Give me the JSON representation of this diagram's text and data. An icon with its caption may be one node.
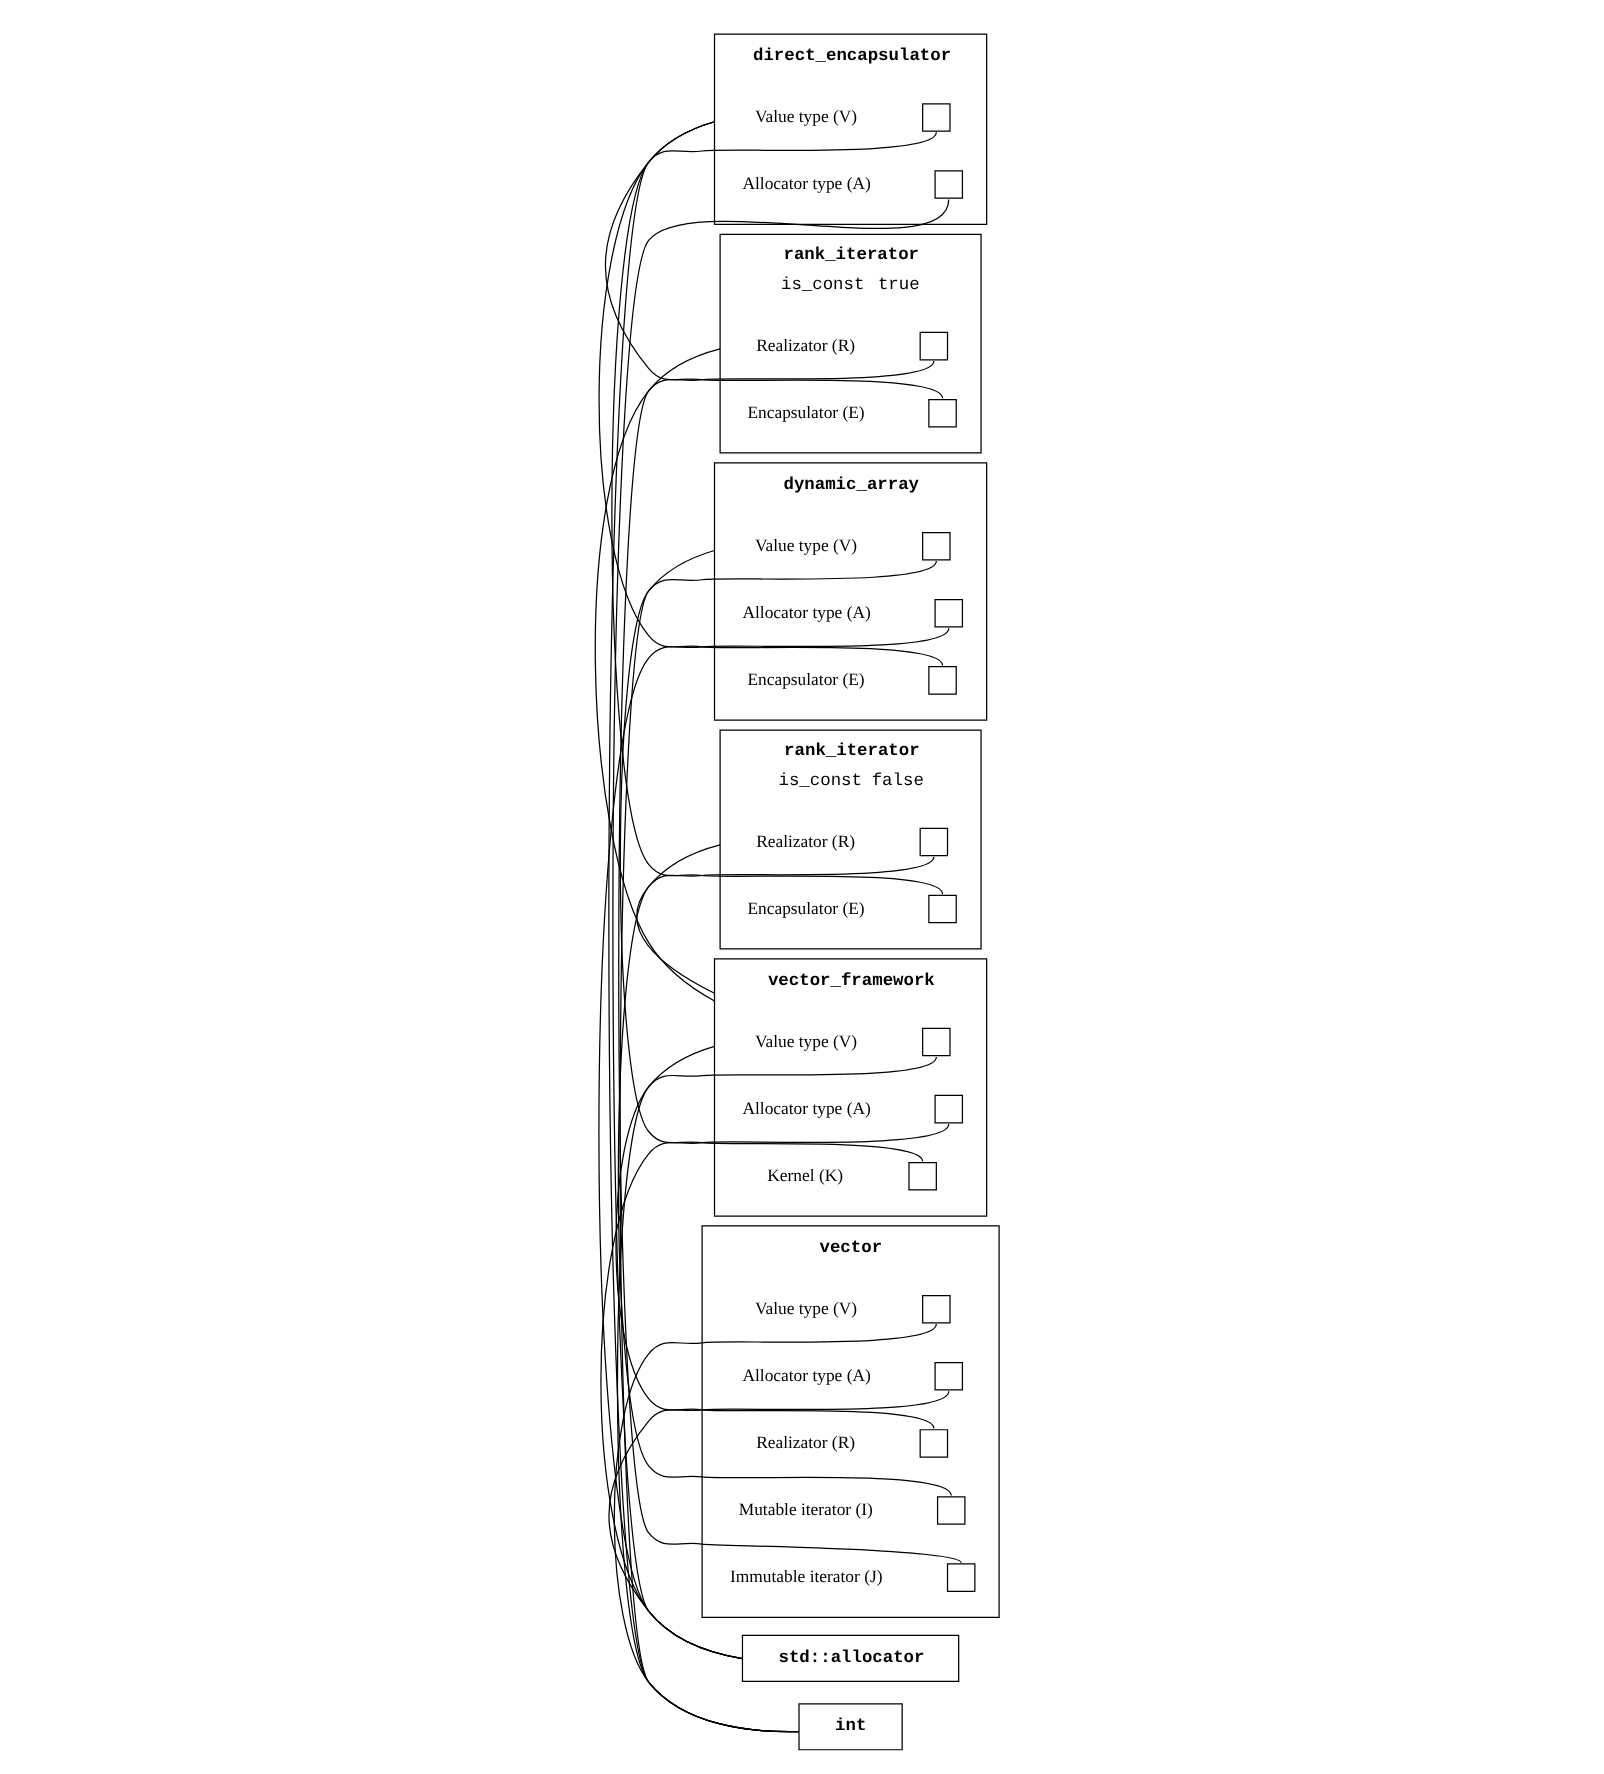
{
  "diagram": {
    "nodes": [
      {
        "text": [
          "int"
        ]
      },
      {
        "text": [
          "std::allocator"
        ]
      },
      {
        "text": [
          "vector"
        ]
      },
      {
        "text": [],
        "shape": "box",
        "in": 2,
        "beside": [
          "Value type (V)"
        ]
      },
      {
        "text": [],
        "shape": "box",
        "in": 2,
        "beside": [
          "Allocator type (A)"
        ]
      },
      {
        "text": [],
        "shape": "box",
        "in": 2,
        "beside": [
          "Realizator (R)"
        ]
      },
      {
        "text": [],
        "shape": "box",
        "in": 2,
        "beside": [
          "Mutable iterator (I)"
        ]
      },
      {
        "text": [],
        "shape": "box",
        "in": 2,
        "beside": [
          "Immutable iterator (J)"
        ]
      },
      {
        "text": [
          "vector_framework"
        ]
      },
      {
        "text": [],
        "shape": "box",
        "in": 8,
        "beside": [
          "Value type (V)"
        ]
      },
      {
        "text": [],
        "shape": "box",
        "in": 8,
        "beside": [
          "Allocator type (A)"
        ]
      },
      {
        "text": [],
        "shape": "box",
        "in": 8,
        "beside": [
          "Kernel (K)"
        ]
      },
      {
        "text": [
          "rank_iterator",
          "is_const",
          "false"
        ]
      },
      {
        "text": [],
        "shape": "box",
        "in": 12,
        "beside": [
          "Realizator (R)"
        ]
      },
      {
        "text": [],
        "shape": "box",
        "in": 12,
        "beside": [
          "Encapsulator (E)"
        ]
      },
      {
        "text": [
          "dynamic_array"
        ]
      },
      {
        "text": [],
        "shape": "box",
        "in": 15,
        "beside": [
          "Value type (V)"
        ]
      },
      {
        "text": [],
        "shape": "box",
        "in": 15,
        "beside": [
          "Allocator type (A)"
        ]
      },
      {
        "text": [],
        "shape": "box",
        "in": 15,
        "beside": [
          "Encapsulator (E)"
        ]
      },
      {
        "text": [
          "rank_iterator",
          "is_const",
          "true"
        ]
      },
      {
        "text": [],
        "shape": "box",
        "in": 19,
        "beside": [
          "Realizator (R)"
        ]
      },
      {
        "text": [],
        "shape": "box",
        "in": 19,
        "beside": [
          "Encapsulator (E)"
        ]
      },
      {
        "text": [
          "direct_encapsulator"
        ]
      },
      {
        "text": [],
        "shape": "box",
        "in": 22,
        "beside": [
          "Value type (V)"
        ]
      },
      {
        "text": [],
        "shape": "box",
        "in": 22,
        "beside": [
          "Allocator type (A)"
        ]
      }
    ],
    "edges": [
      {
        "from": 3,
        "to": 0,
        "arrow": "none"
      },
      {
        "from": 4,
        "to": 1,
        "arrow": "none"
      },
      {
        "from": 5,
        "to": 8,
        "arrow": "none"
      },
      {
        "from": 6,
        "to": 12,
        "arrow": "none"
      },
      {
        "from": 7,
        "to": 19,
        "arrow": "none"
      },
      {
        "from": 9,
        "to": 0,
        "arrow": "none"
      },
      {
        "from": 10,
        "to": 1,
        "arrow": "none"
      },
      {
        "from": 11,
        "to": 15,
        "arrow": "none"
      },
      {
        "from": 13,
        "to": 8,
        "arrow": "none"
      },
      {
        "from": 14,
        "to": 22,
        "arrow": "none"
      },
      {
        "from": 16,
        "to": 0,
        "arrow": "none"
      },
      {
        "from": 17,
        "to": 1,
        "arrow": "none"
      },
      {
        "from": 18,
        "to": 22,
        "arrow": "none"
      },
      {
        "from": 20,
        "to": 8,
        "arrow": "none"
      },
      {
        "from": 21,
        "to": 22,
        "arrow": "none"
      },
      {
        "from": 23,
        "to": 0,
        "arrow": "none"
      },
      {
        "from": 24,
        "to": 1,
        "arrow": "none"
      }
    ]
  }
}
